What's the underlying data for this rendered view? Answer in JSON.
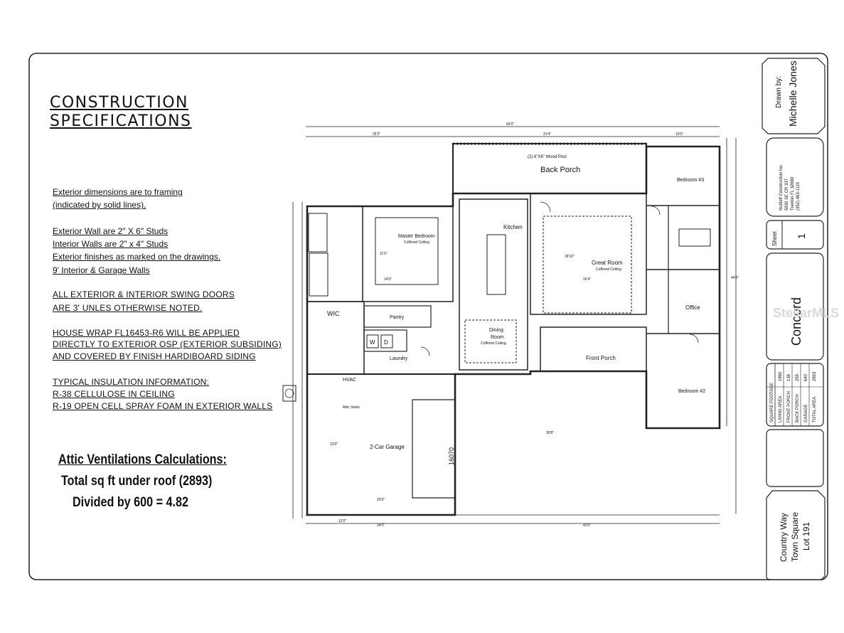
{
  "title": {
    "line1": "CONSTRUCTION",
    "line2": "SPECIFICATIONS"
  },
  "specs": {
    "framing_1": "Exterior dimensions are to framing",
    "framing_2": "(indicated by solid lines).",
    "walls_1": "Exterior Wall are 2\" X 6\" Studs",
    "walls_2": "Interior Walls are 2\" x 4\" Studs",
    "walls_3": "Exterior finishes as marked on the drawings.",
    "walls_4": "9' Interior & Garage Walls",
    "doors_1": "ALL EXTERIOR & INTERIOR SWING DOORS",
    "doors_2": "ARE 3' UNLES OTHERWISE NOTED.",
    "wrap_1": "HOUSE WRAP FL16453-R6 WILL BE APPLIED",
    "wrap_2": "DIRECTLY TO EXTERIOR OSP (EXTERIOR SUBSIDING)",
    "wrap_3": "AND COVERED BY FINISH HARDIBOARD SIDING",
    "insul_1": "TYPICAL INSULATION INFORMATION:",
    "insul_2": "R-38 CELLULOSE IN CEILING",
    "insul_3": "R-19 OPEN CELL SPRAY FOAM IN EXTERIOR WALLS"
  },
  "attic": {
    "heading": "Attic Ventilations Calculations:",
    "line1": "Total sq ft under roof (2893)",
    "line2": "Divided by 600 = 4.82"
  },
  "title_block": {
    "drawn_by_label": "Drawn by:",
    "drawn_by_name": "Michelle Jones",
    "company_1": "Nuttleff Construction Inc.",
    "company_2": "5830 SE CR 337",
    "company_3": "Trenton FL 32669",
    "company_4": "(352) 463-1110",
    "sheet_label": "Sheet",
    "sheet_number": "1",
    "plan_name": "Concord",
    "sqft_title": "SQUARE FOOTAGE",
    "sqft_rows": [
      {
        "label": "LIVING AREA",
        "value": "1860"
      },
      {
        "label": "FRONT PORCH",
        "value": "138"
      },
      {
        "label": "BACK PORCH",
        "value": "255"
      },
      {
        "label": "GARAGE",
        "value": "640"
      },
      {
        "label": "TOTAL AREA",
        "value": "2893"
      }
    ],
    "loc_1": "Country Way",
    "loc_2": "Town Square",
    "loc_3": "Lot 191"
  },
  "rooms": {
    "back_porch": "Back Porch",
    "back_porch_post": "(2) 6\"X6\" Wood Post",
    "bedroom3": "Bedroom #3",
    "master": "Master Bedroom",
    "master_ceiling": "Coffered Ceiling",
    "kitchen": "Kitchen",
    "great_room": "Great Room",
    "great_ceiling": "Coffered Ceiling",
    "wic": "WIC",
    "pantry": "Pantry",
    "laundry": "Laundry",
    "dining_1": "Dining",
    "dining_2": "Room",
    "dining_ceiling": "Coffered Ceiling",
    "office": "Office",
    "front_porch": "Front Porch",
    "bedroom2": "Bedroom #2",
    "garage": "2-Car Garage",
    "hvac": "HVAC",
    "garage_door": "16070",
    "washer": "W",
    "dryer": "D",
    "attic_stairs": "Attic Stairs"
  },
  "dimensions": {
    "overall_width": "66'0\"",
    "left_run": "25'2\"",
    "mid_run": "31'4\"",
    "right_run": "10'0\"",
    "bottom_left": "12'0\"",
    "bottom_mid": "24'0\"",
    "bottom_right": "42'0\"",
    "depth_right": "44'0\"",
    "garage_depth": "22'0\"",
    "garage_width": "20'0\"",
    "great_w": "16'4\"",
    "great_d": "18'10\"",
    "master_w": "14'0\"",
    "master_d": "11'6\"",
    "front_run": "30'8\""
  },
  "watermark": "StellarMLS"
}
